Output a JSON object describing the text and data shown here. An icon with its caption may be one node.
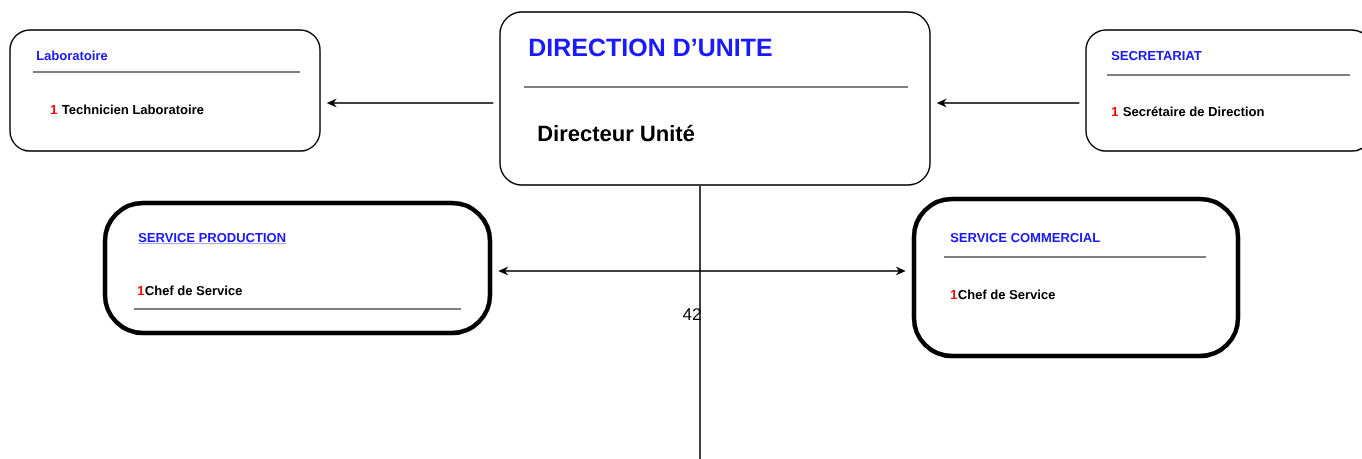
{
  "diagram": {
    "nodes": [
      {
        "text": [
          "Laboratoire",
          "1",
          "Technicien    Laboratoire"
        ]
      },
      {
        "text": [
          "DIRECTION D’UNITE",
          "Directeur Unité"
        ]
      },
      {
        "text": [
          "SECRETARIAT",
          "1",
          "Secrétaire de Direction"
        ]
      },
      {
        "text": [
          "SERVICE PRODUCTION",
          "1",
          "Chef de Service"
        ]
      },
      {
        "text": [
          "SERVICE COMMERCIAL",
          "1",
          "Chef de Service"
        ]
      }
    ],
    "edges": [
      {
        "from": 1,
        "to": 0,
        "arrow": "to"
      },
      {
        "from": 2,
        "to": 1,
        "arrow": "to"
      },
      {
        "from": 3,
        "to": 4,
        "arrow": "both"
      },
      {
        "from": 1,
        "to": null,
        "arrow": "none"
      }
    ],
    "labels": [
      "42"
    ]
  }
}
